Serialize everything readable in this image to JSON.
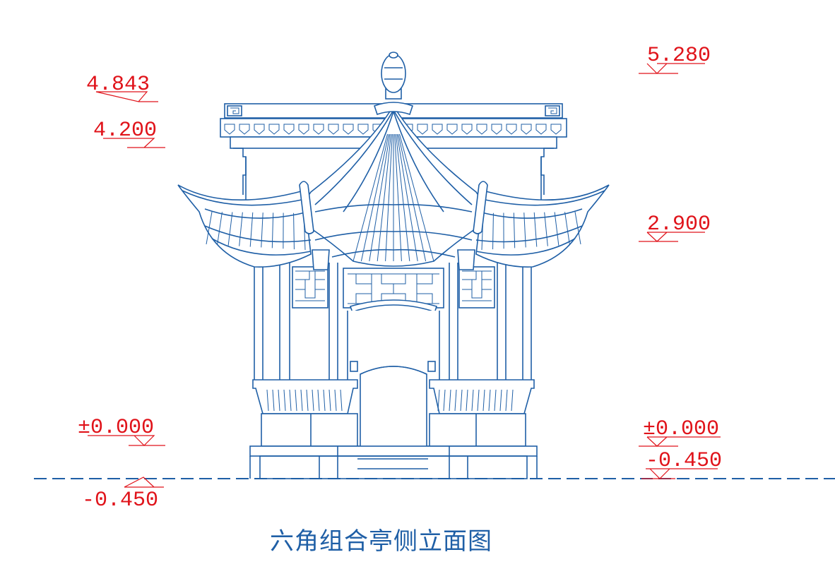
{
  "title": "六角组合亭侧立面图",
  "colors": {
    "line": "#1f5fa6",
    "annotation": "#e0131a",
    "background": "#ffffff"
  },
  "levels": {
    "left": {
      "top": "4.843",
      "eave": "4.200",
      "floor": "±0.000",
      "ground": "-0.450"
    },
    "right": {
      "finial": "5.280",
      "lower_eave": "2.900",
      "floor": "±0.000",
      "ground": "-0.450"
    }
  }
}
